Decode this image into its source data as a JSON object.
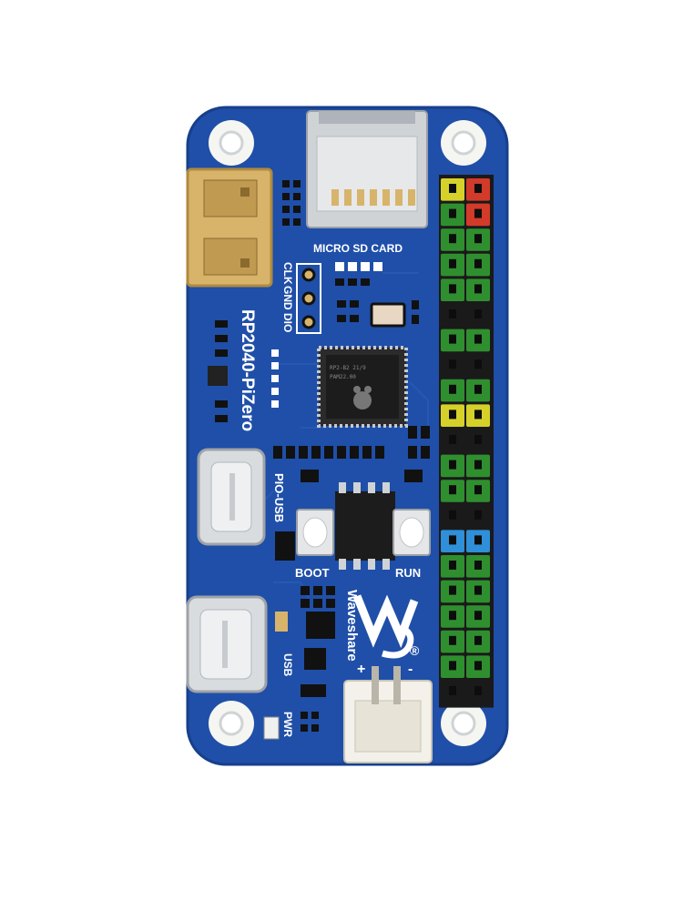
{
  "board": {
    "name": "RP2040-PiZero",
    "brand": "Waveshare",
    "registered_mark": "®",
    "colors": {
      "pcb": "#1f4fa8",
      "pcb_edge": "#173f8c",
      "silk": "#ffffff",
      "gold": "#d8b46a",
      "steel": "#cfd3d6",
      "header_black": "#1a1a1a",
      "jumper_green": "#2f8f2f",
      "jumper_yellow": "#d6d12a",
      "jumper_red": "#d23a2a",
      "jumper_blue": "#2f8fd8"
    }
  },
  "labels": {
    "micro_sd": "MICRO SD CARD",
    "swd_clk": "CLK",
    "swd_gnd": "GND",
    "swd_dio": "DIO",
    "pio_usb": "PIO-USB",
    "boot": "BOOT",
    "run": "RUN",
    "usb": "USB",
    "pwr": "PWR",
    "plus": "+",
    "minus": "-"
  },
  "chip_markings": [
    "RP2-B2  21/9",
    "PAM22.00"
  ],
  "jumper_colors": [
    "yellow-red",
    "green-red",
    "green",
    "green",
    "green",
    "black",
    "green",
    "black",
    "green",
    "yellow",
    "black",
    "green",
    "green",
    "black",
    "blue",
    "green",
    "green",
    "green",
    "green",
    "green",
    "black"
  ]
}
